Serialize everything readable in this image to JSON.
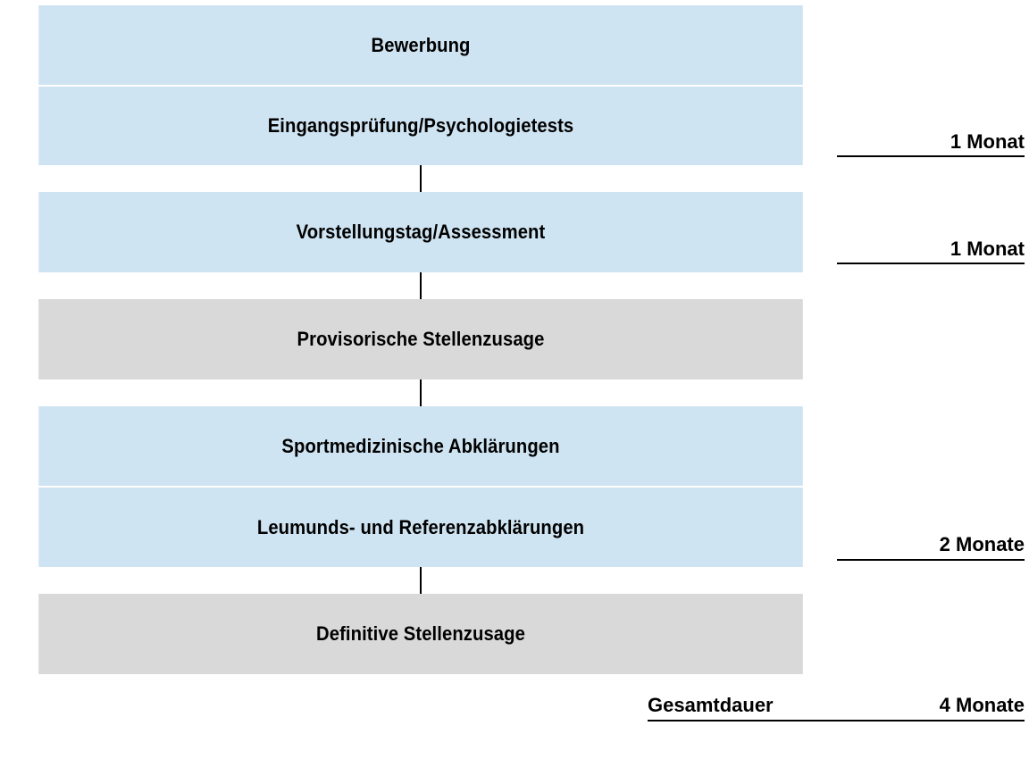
{
  "steps": [
    {
      "label": "Bewerbung",
      "color": "#cfe4f2"
    },
    {
      "label": "Eingangsprüfung/Psychologietests",
      "color": "#cfe4f2"
    },
    {
      "label": "Vorstellungstag/Assessment",
      "color": "#cfe4f2"
    },
    {
      "label": "Provisorische Stellenzusage",
      "color": "#d9d9d9"
    },
    {
      "label": "Sportmedizinische Abklärungen",
      "color": "#cfe4f2"
    },
    {
      "label": "Leumunds- und Referenzabklärungen",
      "color": "#cfe4f2"
    },
    {
      "label": "Definitive Stellenzusage",
      "color": "#d9d9d9"
    }
  ],
  "durations": [
    {
      "label": "1 Monat"
    },
    {
      "label": "1 Monat"
    },
    {
      "label": "2 Monate"
    }
  ],
  "total": {
    "label": "Gesamtdauer",
    "value": "4 Monate"
  }
}
